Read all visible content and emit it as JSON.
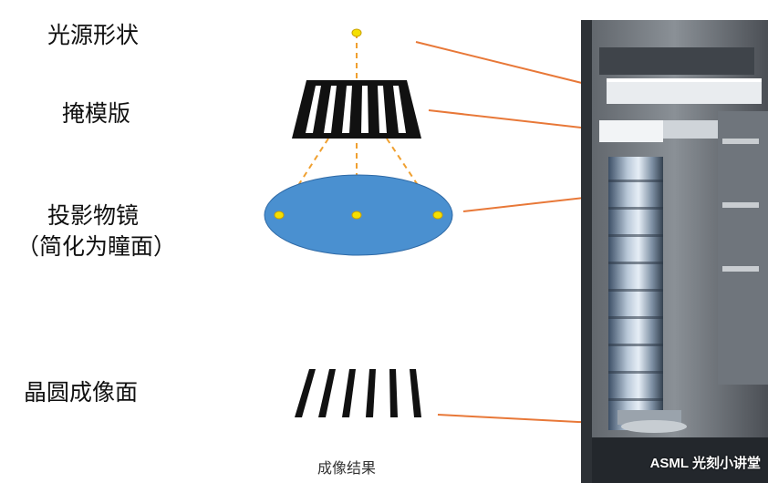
{
  "labels": {
    "light_source": "光源形状",
    "mask": "掩模版",
    "projection_lens_line1": "投影物镜",
    "projection_lens_line2": "（简化为瞳面）",
    "wafer_image_plane": "晶圆成像面"
  },
  "caption": "成像结果",
  "watermark": "ASML 光刻小讲堂",
  "colors": {
    "dashed_ray": "#f0a030",
    "source_dot": "#f5e000",
    "pupil_fill": "#4a90d0",
    "pointer_arrow": "#e87838",
    "stripes": "#111111"
  }
}
